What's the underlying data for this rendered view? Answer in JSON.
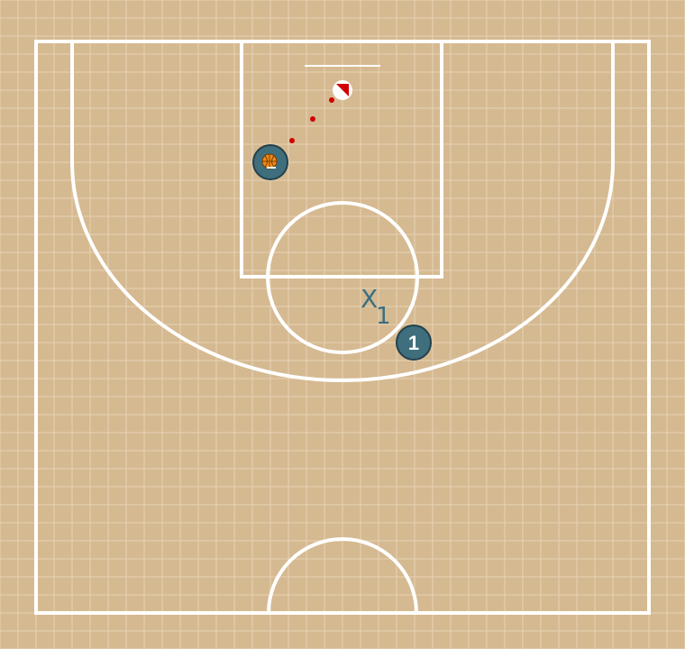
{
  "court": {
    "colors": {
      "floor": "#d5b991",
      "grid": "#e6d3b5",
      "lines": "#ffffff",
      "player_fill": "#3f6e7d",
      "player_stroke": "#23414c",
      "defender": "#3b6f80",
      "pass_dots": "#d10000"
    }
  },
  "players": {
    "offense_1": {
      "label": "1"
    },
    "ball_handler": {
      "icon": "basketball-icon"
    }
  },
  "defense": {
    "x1": {
      "mark": "X",
      "number": "1"
    }
  },
  "basket": {
    "icon": "basket-icon"
  }
}
